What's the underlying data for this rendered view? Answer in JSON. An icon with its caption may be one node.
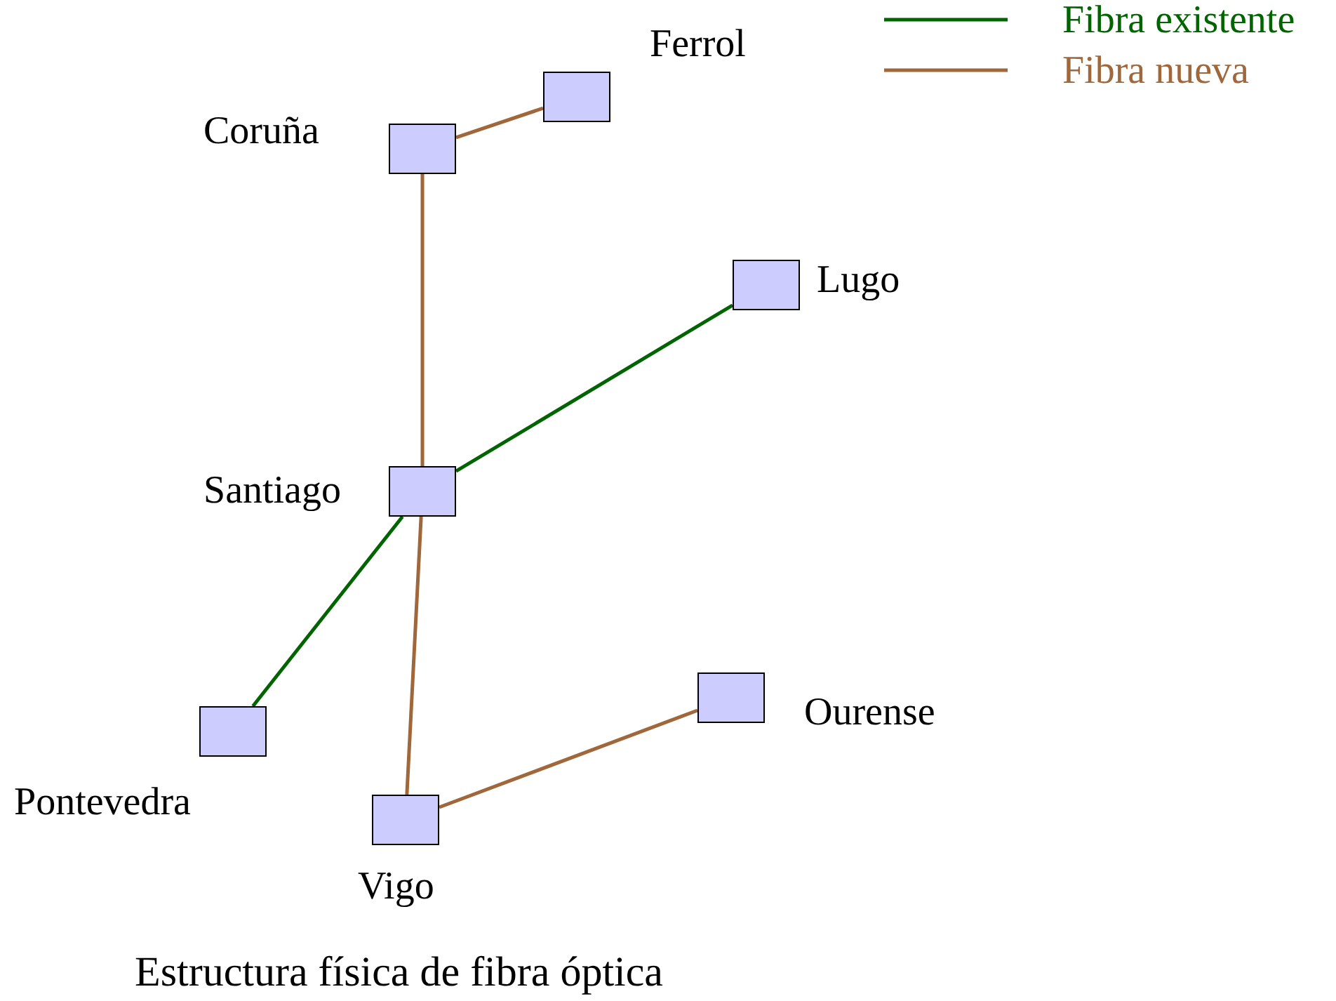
{
  "diagram": {
    "caption": "Estructura física de fibra óptica",
    "nodes": [
      {
        "text": [],
        "shape": "box",
        "beside": [
          "Ferrol"
        ]
      },
      {
        "text": [],
        "shape": "box",
        "beside": [
          "Coruña"
        ]
      },
      {
        "text": [],
        "shape": "box",
        "beside": [
          "Lugo"
        ]
      },
      {
        "text": [],
        "shape": "box",
        "beside": [
          "Santiago"
        ]
      },
      {
        "text": [],
        "shape": "box",
        "beside": [
          "Pontevedra"
        ]
      },
      {
        "text": [],
        "shape": "box",
        "beside": [
          "Ourense"
        ]
      },
      {
        "text": [],
        "shape": "box",
        "beside": [
          "Vigo"
        ]
      }
    ],
    "edges": [
      {
        "from": 1,
        "to": 0,
        "arrow": "none"
      },
      {
        "from": 1,
        "to": 3,
        "arrow": "none"
      },
      {
        "from": 3,
        "to": 2,
        "arrow": "none",
        "color": "#006400"
      },
      {
        "from": 3,
        "to": 4,
        "arrow": "none",
        "color": "#006400"
      },
      {
        "from": 3,
        "to": 6,
        "arrow": "none"
      },
      {
        "from": 6,
        "to": 5,
        "arrow": "none"
      }
    ],
    "legend": [
      {
        "text": "Fibra existente"
      },
      {
        "text": "Fibra nueva"
      }
    ]
  }
}
